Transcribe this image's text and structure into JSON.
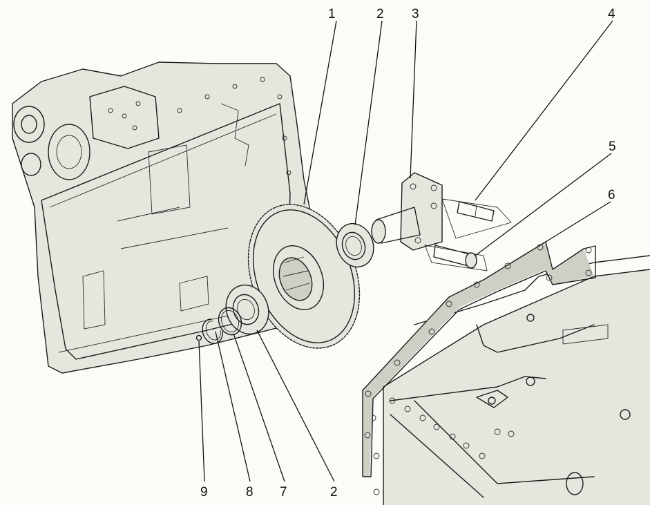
{
  "callouts": [
    {
      "id": "c1",
      "label": "1"
    },
    {
      "id": "c2-top",
      "label": "2"
    },
    {
      "id": "c3",
      "label": "3"
    },
    {
      "id": "c4",
      "label": "4"
    },
    {
      "id": "c5",
      "label": "5"
    },
    {
      "id": "c6",
      "label": "6"
    },
    {
      "id": "c9",
      "label": "9"
    },
    {
      "id": "c8",
      "label": "8"
    },
    {
      "id": "c7",
      "label": "7"
    },
    {
      "id": "c2-bottom",
      "label": "2"
    }
  ],
  "colors": {
    "ink": "#1a1a1a",
    "paper": "#fbfbf7",
    "shade": "#e6e6de"
  }
}
